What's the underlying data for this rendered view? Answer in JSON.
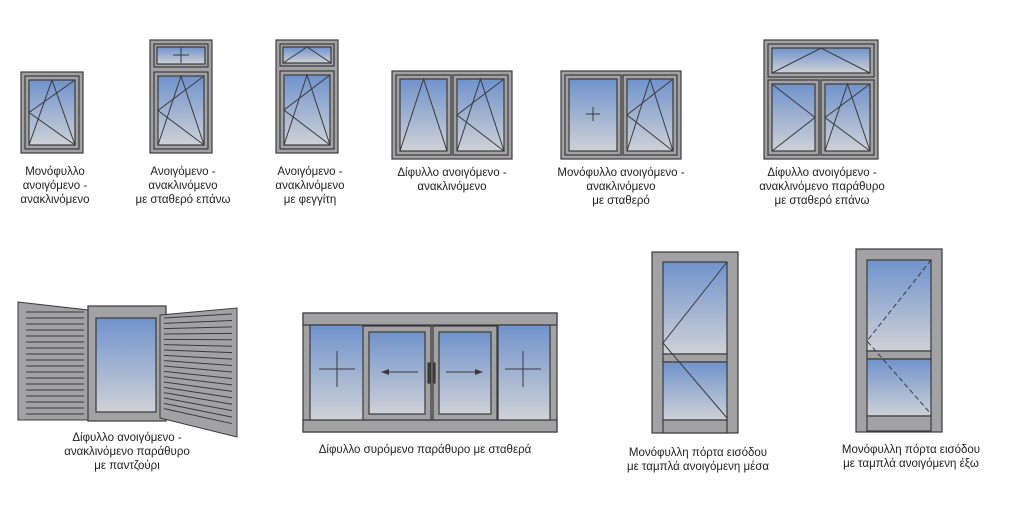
{
  "title": "Τύποι κουφωμάτων",
  "colors": {
    "frame": "#a2a2a4",
    "outline": "#3a3a3c",
    "glass_top": "#7093cc",
    "glass_bottom": "#cfd1d6"
  },
  "items": [
    {
      "label": "Μονόφυλλο\nανοιγόμενο -\nανακλινόμενο"
    },
    {
      "label": "Ανοιγόμενο -\nανακλινόμενο\nμε σταθερό επάνω"
    },
    {
      "label": "Ανοιγόμενο -\nανακλινόμενο\nμε φεγγίτη"
    },
    {
      "label": "Δίφυλλο ανοιγόμενο -\nανακλινόμενο"
    },
    {
      "label": "Μονόφυλλο ανοιγόμενο -\nανακλινόμενο\nμε σταθερό"
    },
    {
      "label": "Δίφυλλο ανοιγόμενο -\nανακλινόμενο παράθυρο\nμε σταθερό επάνω"
    },
    {
      "label": "Δίφυλλο ανοιγόμενο -\nανακλινόμενο παράθυρο\nμε παντζούρι"
    },
    {
      "label": "Δίφυλλο συρόμενο παράθυρο με σταθερά"
    },
    {
      "label": "Μονόφυλλη πόρτα εισόδου\nμε ταμπλά ανοιγόμενη μέσα"
    },
    {
      "label": "Μονόφυλλη πόρτα εισόδου\nμε ταμπλά ανοιγόμενη έξω"
    }
  ]
}
